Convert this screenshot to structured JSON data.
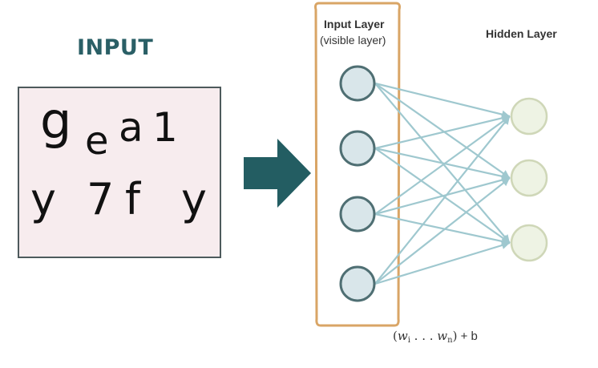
{
  "input_heading": "INPUT",
  "captcha": {
    "line1": [
      "g",
      "e",
      "a",
      "1"
    ],
    "line2": [
      "y",
      "7",
      "f",
      "y"
    ]
  },
  "network": {
    "input_layer_title": "Input Layer",
    "input_layer_subtitle": "(visible layer)",
    "hidden_layer_title": "Hidden Layer",
    "input_nodes": 4,
    "hidden_nodes": 3,
    "formula": {
      "open": "(",
      "w_start": "w",
      "w_start_sub": "i",
      "ellipsis": " . . . ",
      "w_end": "w",
      "w_end_sub": "n",
      "close": ")",
      "tail": " + b"
    }
  },
  "colors": {
    "heading": "#2a5f66",
    "arrow": "#235d62",
    "panel_bg": "#f7ecee",
    "panel_border": "#4d5a5c",
    "layer_frame": "#d9a566",
    "input_node_fill": "#d9e6ea",
    "input_node_stroke": "#4f6f73",
    "hidden_node_fill": "#eef3e4",
    "hidden_node_stroke": "#cfd7b8",
    "edge": "#9fc8cf"
  }
}
